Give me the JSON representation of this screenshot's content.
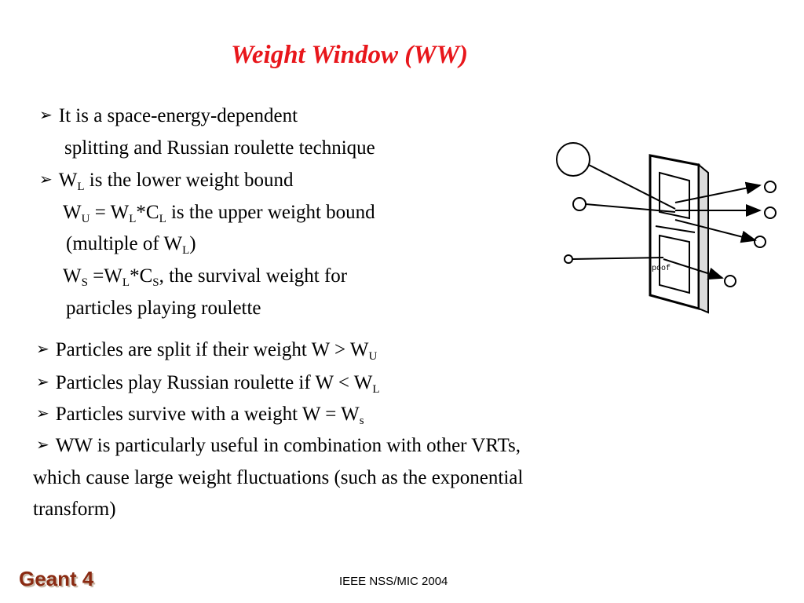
{
  "title": "Weight Window (WW)",
  "bullet_glyph": "➢",
  "items": {
    "b1_line1": "It is a space-energy-dependent",
    "b1_line2": "splitting and Russian roulette technique",
    "b2_pre": "W",
    "b2_sub": "L",
    "b2_post": " is the lower weight bound",
    "wu_a": "W",
    "wu_a_sub": "U",
    "wu_b": " = W",
    "wu_b_sub": "L",
    "wu_c": "*C",
    "wu_c_sub": "L",
    "wu_d": " is the upper weight bound",
    "mult_pre": "(multiple of  W",
    "mult_sub": "L",
    "mult_post": ")",
    "ws_a": "W",
    "ws_a_sub": "S",
    "ws_b": " =W",
    "ws_b_sub": "L",
    "ws_c": "*C",
    "ws_c_sub": "S",
    "ws_d": ", the survival weight for",
    "ws_line2": "particles playing roulette",
    "split_pre": "Particles are split if their weight W > W",
    "split_sub": "U",
    "roul_pre": "Particles play Russian roulette if W < W",
    "roul_sub": "L",
    "surv_pre": "Particles survive with a weight W = W",
    "surv_sub": "s",
    "ww_line1": "WW is particularly useful in combination with other  VRTs,",
    "ww_line2": "which cause large weight fluctuations (such as the exponential",
    "ww_line3": "transform)"
  },
  "diagram": {
    "window_label": "poof"
  },
  "footer": {
    "logo": "Geant 4",
    "conference": "IEEE NSS/MIC 2004"
  },
  "colors": {
    "title": "#e8161b",
    "logo": "#8a2a12"
  }
}
